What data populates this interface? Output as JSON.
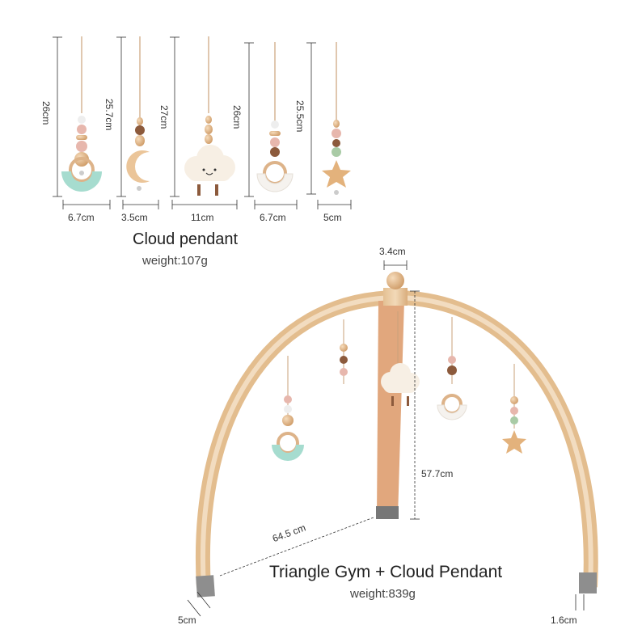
{
  "pendants_caption": {
    "title": "Cloud pendant",
    "weight": "weight:107g"
  },
  "gym_caption": {
    "title": "Triangle Gym + Cloud Pendant",
    "weight": "weight:839g"
  },
  "pendant_dims": [
    {
      "name": "rainbow-teether",
      "height": "26cm",
      "width": "6.7cm"
    },
    {
      "name": "moon",
      "height": "25.7cm",
      "width": "3.5cm"
    },
    {
      "name": "cloud",
      "height": "27cm",
      "width": "11cm"
    },
    {
      "name": "white-rainbow",
      "height": "26cm",
      "width": "6.7cm"
    },
    {
      "name": "star",
      "height": "25.5cm",
      "width": "5cm"
    }
  ],
  "gym_dims": {
    "top_width": "3.4cm",
    "height": "57.7cm",
    "diagonal": "64.5 cm",
    "left_foot": "5cm",
    "right_foot": "1.6cm"
  },
  "colors": {
    "wood": "#e9c9a0",
    "wood_dark": "#c89a6a",
    "mint": "#a8dcd0",
    "pink": "#e8b8b0",
    "brown": "#8a5a3a",
    "foot": "#8c8c8c"
  }
}
